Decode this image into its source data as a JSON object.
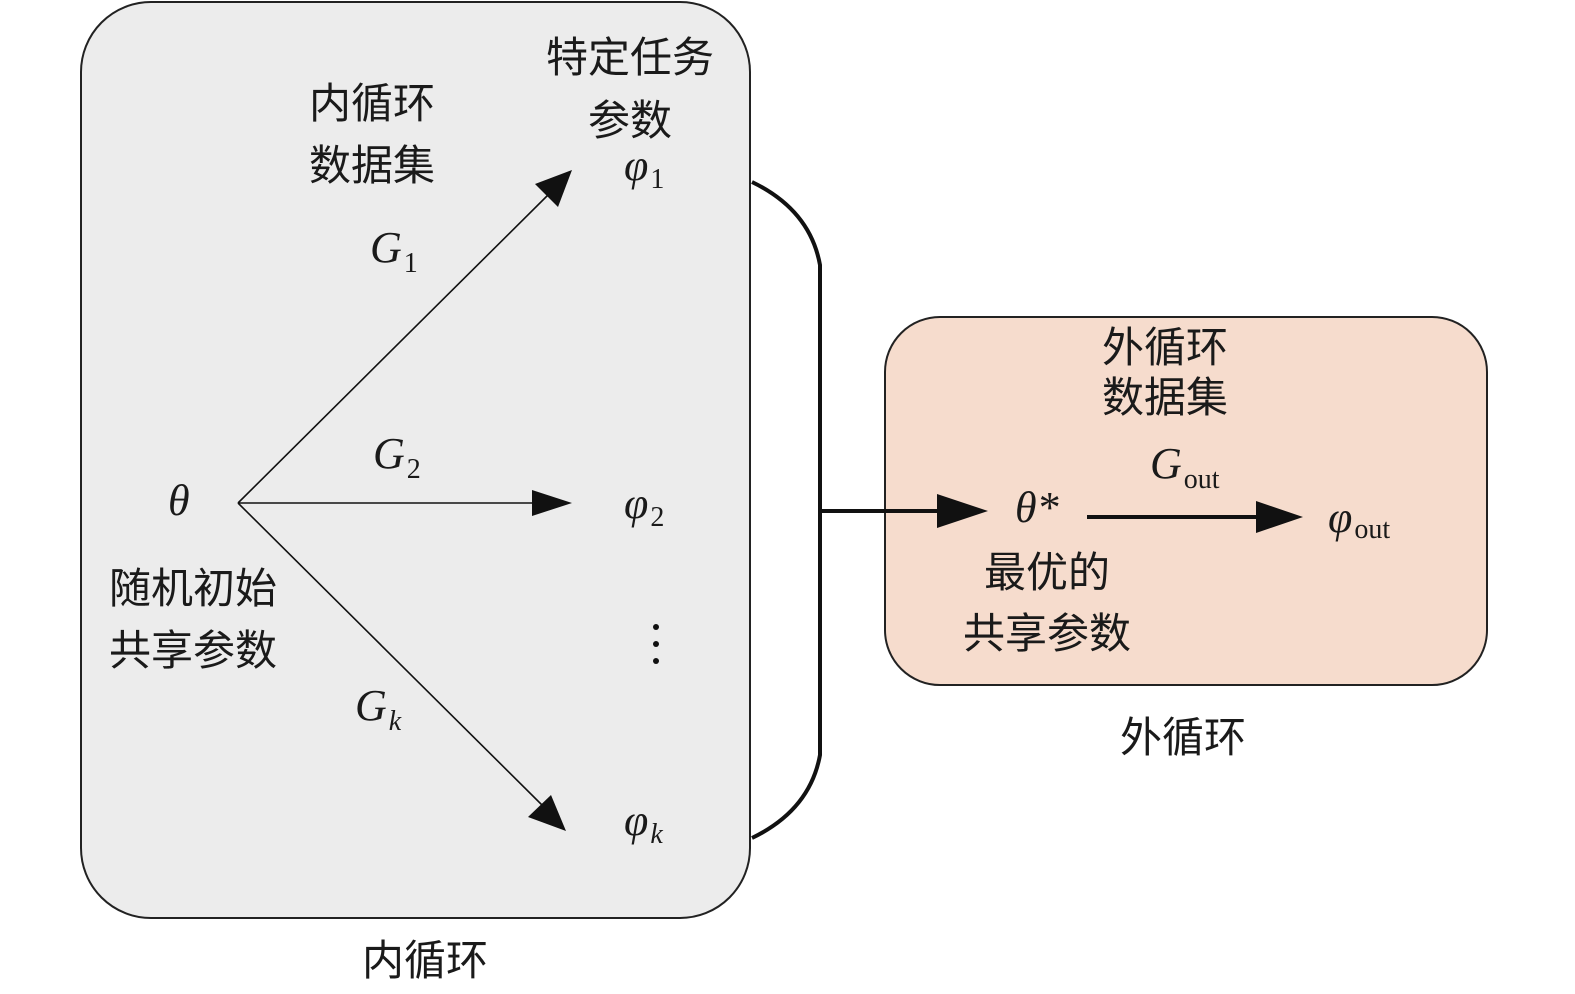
{
  "colors": {
    "inner_box_fill": "#ececec",
    "outer_box_fill": "#f6dccd",
    "stroke": "#111111"
  },
  "inner_loop": {
    "caption": "内循环",
    "dataset_label": [
      "内循环",
      "数据集"
    ],
    "task_params_label": [
      "特定任务",
      "参数"
    ],
    "init_label": [
      "随机初始",
      "共享参数"
    ],
    "theta": "θ",
    "edges": [
      {
        "G": "G",
        "sub": "1",
        "target": "φ",
        "target_sub": "1"
      },
      {
        "G": "G",
        "sub": "2",
        "target": "φ",
        "target_sub": "2"
      },
      {
        "G": "G",
        "sub": "k",
        "target": "φ",
        "target_sub": "k"
      }
    ],
    "ellipsis": "⋮"
  },
  "outer_loop": {
    "caption": "外循环",
    "dataset_label": [
      "外循环",
      "数据集"
    ],
    "theta_star": "θ*",
    "optimal_label": [
      "最优的",
      "共享参数"
    ],
    "G": "G",
    "G_sub": "out",
    "target": "φ",
    "target_sub": "out"
  }
}
